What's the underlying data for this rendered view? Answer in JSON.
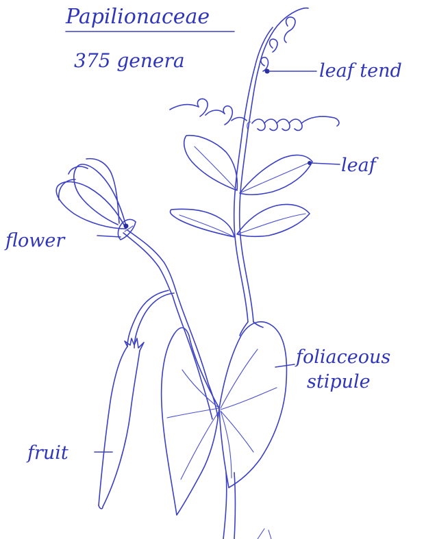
{
  "title": "Papilionaceae",
  "subtitle": "375 genera",
  "labels": {
    "leaf_tendril": "leaf tend",
    "leaf": "leaf",
    "flower": "flower",
    "foliaceous": "foliaceous",
    "stipule": "stipule",
    "fruit": "fruit"
  },
  "colors": {
    "ink": "#3a3fc4",
    "paper": "#ffffff"
  }
}
